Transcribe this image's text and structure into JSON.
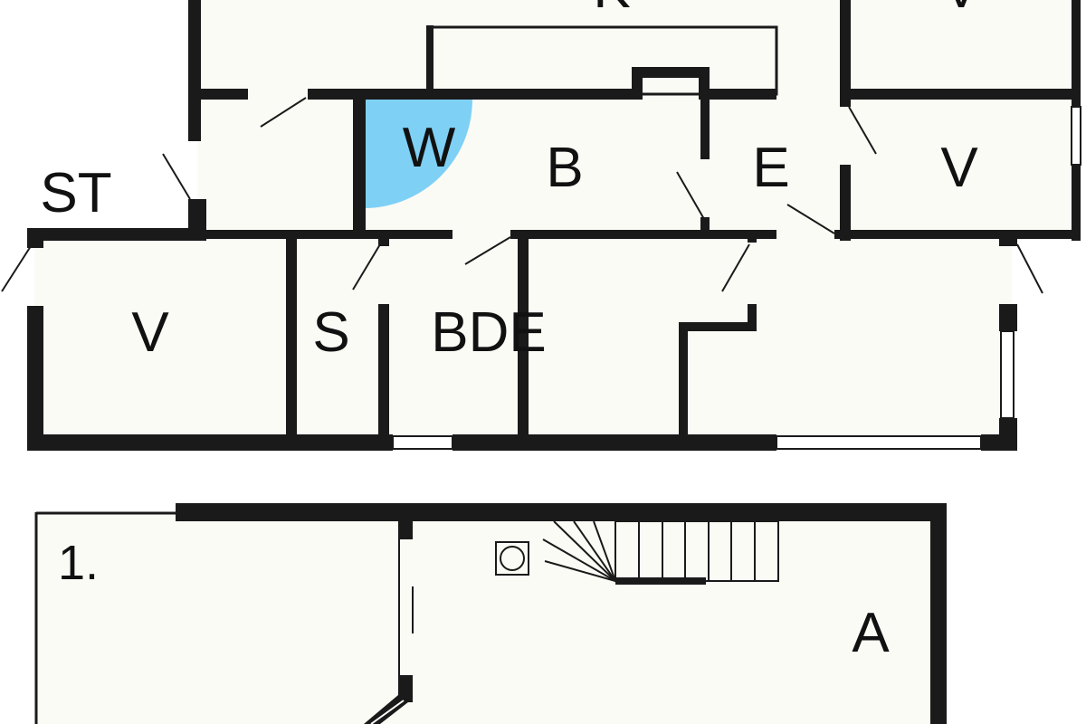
{
  "floor_plan": {
    "labels": {
      "kitchen": "K",
      "bedroom_top_right": "V",
      "bedroom_right": "V",
      "bedroom_left": "V",
      "wc": "W",
      "bath": "B",
      "entrance": "E",
      "storage": "ST",
      "sauna": "S",
      "shower_dressing": "BDE",
      "upper_floor": "1.",
      "attic_room": "A"
    },
    "colors": {
      "wall": "#1a1a1a",
      "floor": "#fbfbf6",
      "wc_highlight": "#7fd0f5",
      "window": "#ffffff"
    }
  }
}
